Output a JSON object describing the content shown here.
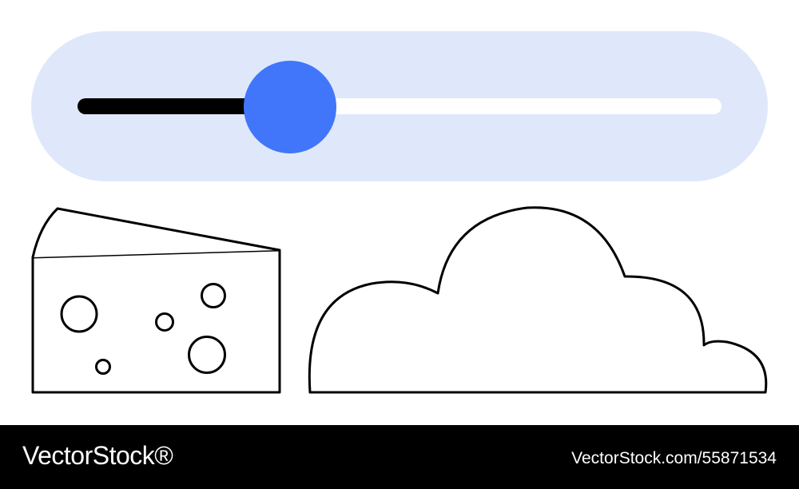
{
  "slider": {
    "value": 0.33,
    "pill_color": "#dfe8fa",
    "fill_color": "#000000",
    "thumb_color": "#4176fb"
  },
  "illustration": {
    "left_icon": "cheese-icon",
    "right_icon": "cloud-icon",
    "stroke_color": "#000000"
  },
  "footer": {
    "brand": "VectorStock®",
    "image_id": "VectorStock.com/55871534"
  }
}
